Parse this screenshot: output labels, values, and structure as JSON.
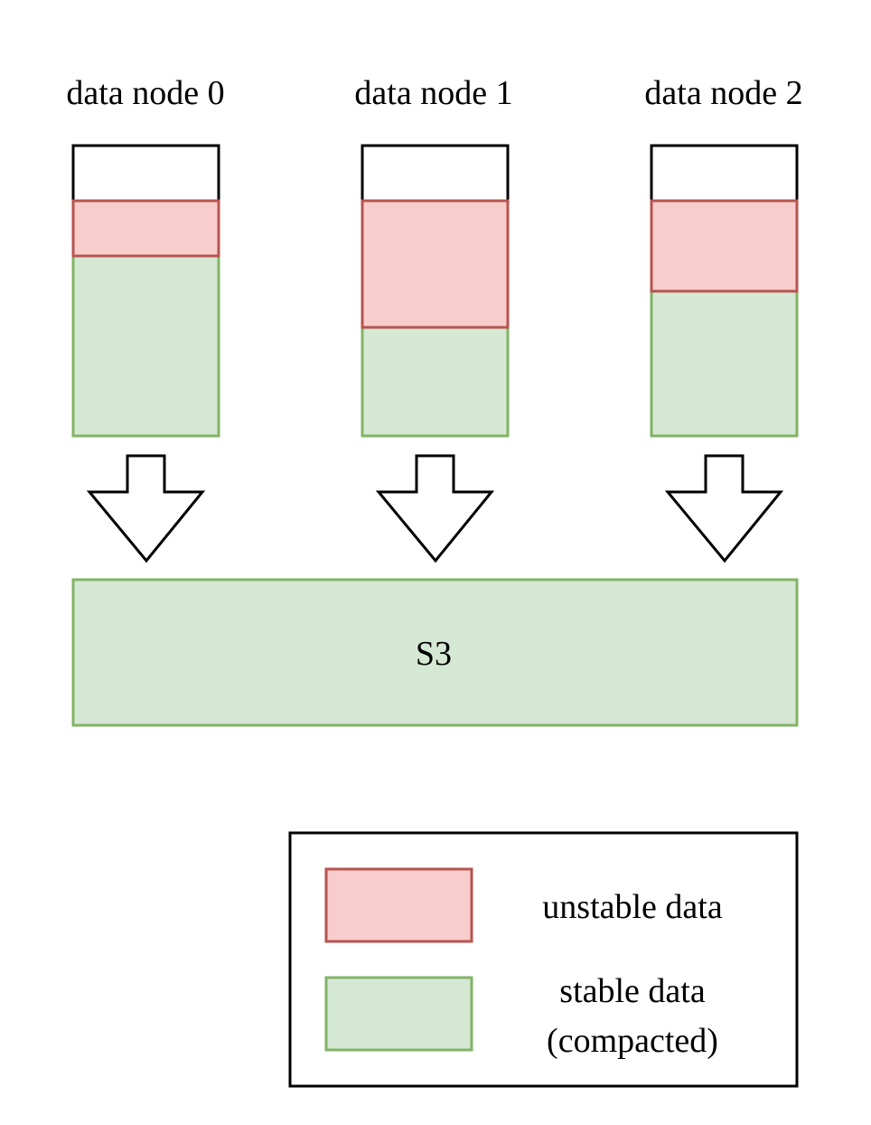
{
  "diagram": {
    "nodes": [
      {
        "label": "data node 0"
      },
      {
        "label": "data node 1"
      },
      {
        "label": "data node 2"
      }
    ],
    "storage": {
      "label": "S3"
    },
    "legend": {
      "unstable_label": "unstable data",
      "stable_label_line1": "stable data",
      "stable_label_line2": "(compacted)"
    }
  },
  "colors": {
    "unstable_fill": "#f8cecc",
    "unstable_stroke": "#b85450",
    "stable_fill": "#d5e8d4",
    "stable_stroke": "#82b366",
    "outline": "#000000"
  }
}
